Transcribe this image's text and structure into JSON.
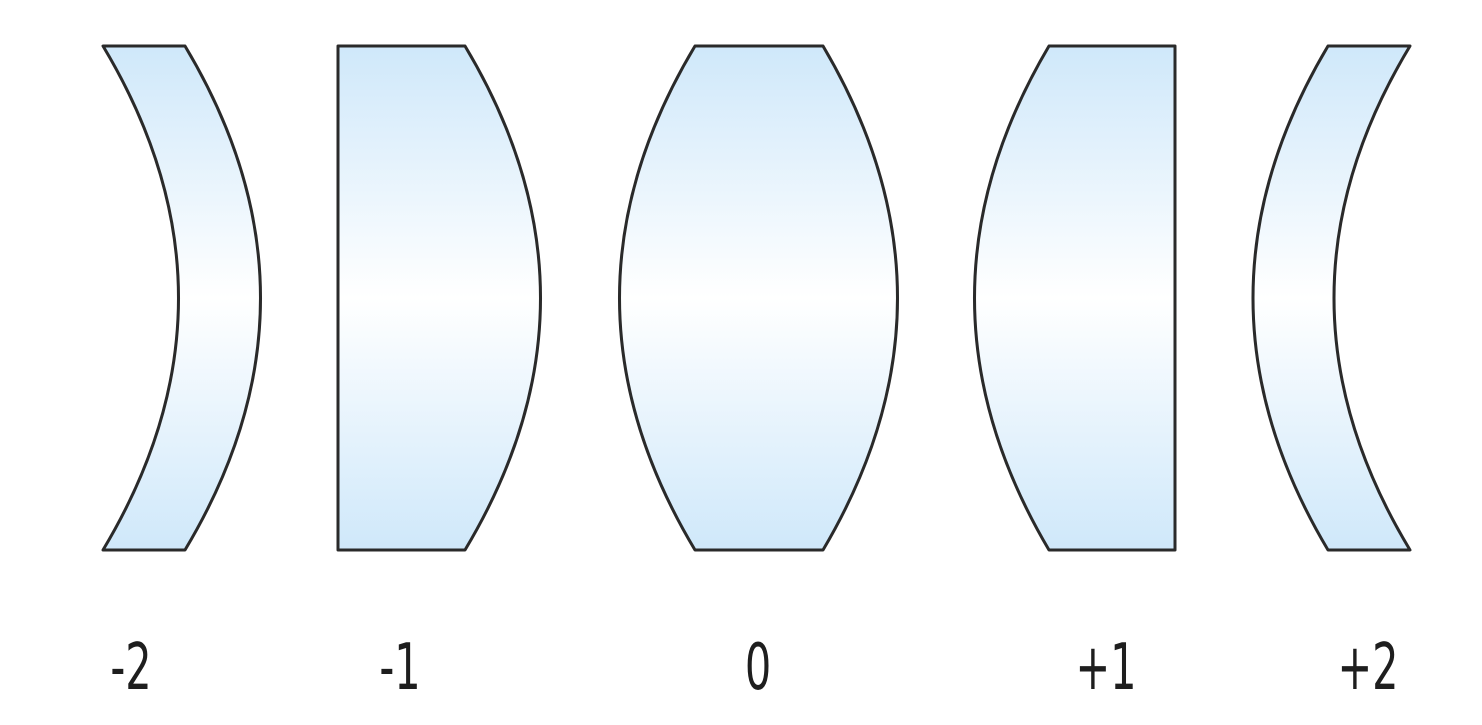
{
  "diagram": {
    "type": "lens shape factor series",
    "colors": {
      "lens_fill_top": "#cfe8fa",
      "lens_fill_mid": "#ffffff",
      "lens_fill_bottom": "#cfe8fa",
      "outline": "#2a2a2a",
      "label_text": "#1e1e1e"
    },
    "lenses": [
      {
        "shape": "meniscus",
        "label": "-2"
      },
      {
        "shape": "plano-convex (curved right)",
        "label": "-1"
      },
      {
        "shape": "biconvex",
        "label": "0"
      },
      {
        "shape": "plano-convex (curved left)",
        "label": "+1"
      },
      {
        "shape": "meniscus",
        "label": "+2"
      }
    ]
  }
}
